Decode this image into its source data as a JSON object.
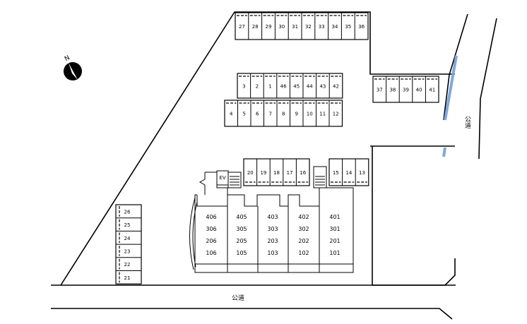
{
  "north_label": "N",
  "road_bottom_label": "公道",
  "road_right_label": "公道",
  "ev_label": "EV",
  "colors": {
    "line": "#000000",
    "water": "#7fa8d8",
    "background": "#ffffff"
  },
  "parking": {
    "top_row": [
      "27",
      "28",
      "29",
      "30",
      "31",
      "32",
      "33",
      "34",
      "35",
      "36"
    ],
    "upper_middle_row": [
      "3",
      "2",
      "1",
      "46",
      "45",
      "44",
      "43",
      "42"
    ],
    "lower_middle_row": [
      "4",
      "5",
      "6",
      "7",
      "8",
      "9",
      "10",
      "11",
      "12"
    ],
    "right_row": [
      "37",
      "38",
      "39",
      "40",
      "41"
    ],
    "building_left_row": [
      "20",
      "19",
      "18",
      "17",
      "16"
    ],
    "building_right_row": [
      "15",
      "14",
      "13"
    ],
    "left_column": [
      "26",
      "25",
      "24",
      "23",
      "22",
      "21"
    ]
  },
  "units": [
    [
      "406",
      "306",
      "206",
      "106"
    ],
    [
      "405",
      "305",
      "205",
      "105"
    ],
    [
      "403",
      "303",
      "203",
      "103"
    ],
    [
      "402",
      "302",
      "202",
      "102"
    ],
    [
      "401",
      "301",
      "201",
      "101"
    ]
  ]
}
